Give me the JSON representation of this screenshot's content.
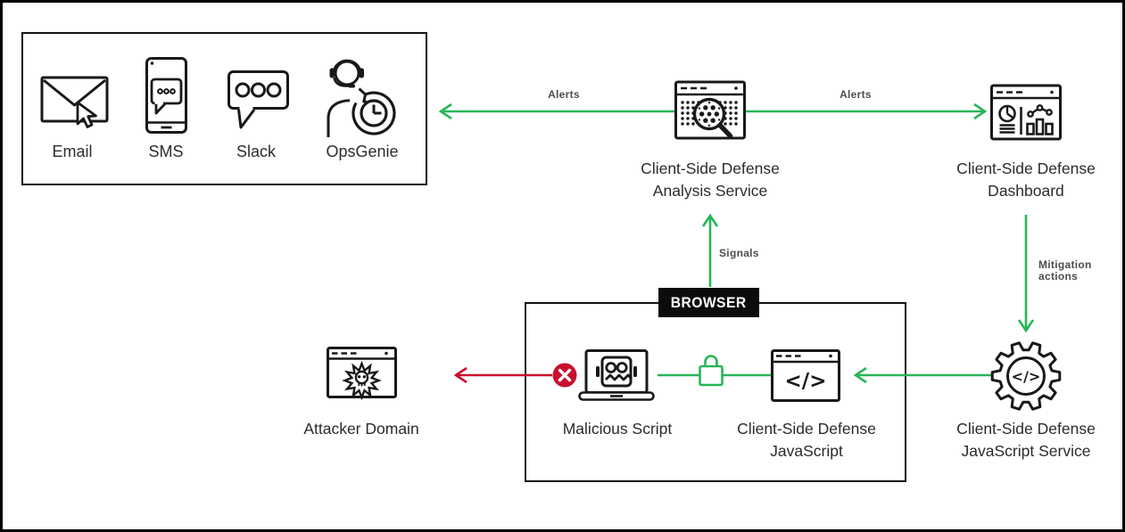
{
  "diagram": {
    "notification_channels": {
      "items": [
        {
          "label": "Email"
        },
        {
          "label": "SMS"
        },
        {
          "label": "Slack"
        },
        {
          "label": "OpsGenie"
        }
      ]
    },
    "nodes": {
      "analysis_service": {
        "label_line1": "Client-Side Defense",
        "label_line2": "Analysis Service"
      },
      "dashboard": {
        "label_line1": "Client-Side Defense",
        "label_line2": "Dashboard"
      },
      "js_service": {
        "label_line1": "Client-Side Defense",
        "label_line2": "JavaScript Service"
      },
      "csd_javascript": {
        "label_line1": "Client-Side Defense",
        "label_line2": "JavaScript"
      },
      "malicious_script": {
        "label": "Malicious Script"
      },
      "attacker_domain": {
        "label": "Attacker Domain"
      },
      "browser": {
        "label": "BROWSER"
      }
    },
    "arrows": {
      "alerts_left": {
        "label": "Alerts"
      },
      "alerts_right": {
        "label": "Alerts"
      },
      "signals": {
        "label": "Signals"
      },
      "mitigation": {
        "label_line1": "Mitigation",
        "label_line2": "actions"
      }
    },
    "code_glyph": "</>",
    "colors": {
      "green": "#28B558",
      "red": "#C8102E",
      "ink": "#191919",
      "label_gray": "#4D4D4D",
      "badge_black": "#0C0C0C"
    }
  }
}
